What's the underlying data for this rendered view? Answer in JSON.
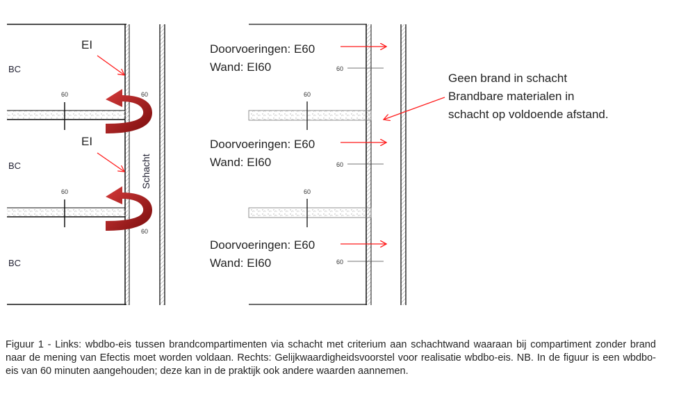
{
  "left": {
    "compartment_label": "BC",
    "wall_criterion": "EI",
    "rating": "60",
    "shaft_label": "Schacht"
  },
  "right": {
    "penetrations": "Doorvoeringen: E60",
    "wall": "Wand: EI60",
    "rating": "60",
    "note_lines": [
      "Geen brand in schacht",
      "Brandbare materialen in",
      "schacht op voldoende afstand."
    ]
  },
  "caption": "Figuur 1 - Links: wbdbo-eis tussen brandcompartimenten via schacht met criterium aan schachtwand waaraan bij compartiment zonder brand naar de mening van Efectis moet worden voldaan. Rechts: Gelijkwaardigheidsvoorstel voor realisatie wbdbo-eis. NB. In de figuur is een wbdbo-eis van 60 minuten aangehouden; deze kan in de praktijk ook andere waarden aannemen.",
  "colors": {
    "arrow": "#ff1a1a",
    "curved_arrow": "#a01818"
  }
}
